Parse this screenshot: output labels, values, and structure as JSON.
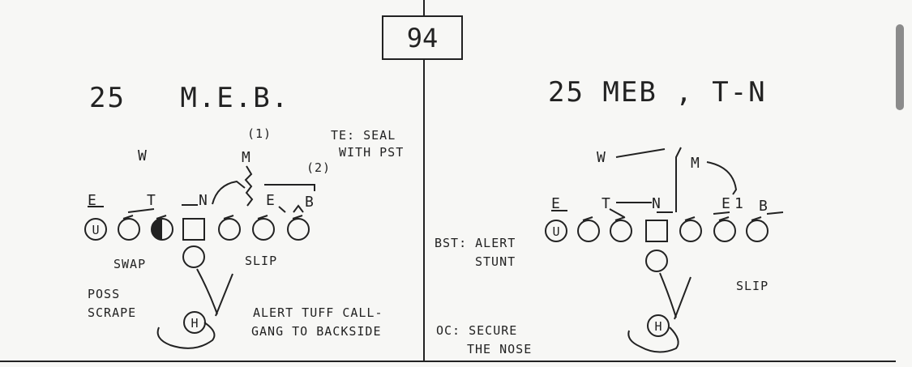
{
  "play_number": "94",
  "left": {
    "title": "25   M.E.B.",
    "defenders": {
      "w": "W",
      "m": "M",
      "e": "E",
      "t": "T",
      "n": "N",
      "e2": "E",
      "b": "B"
    },
    "tags": {
      "one": "(1)",
      "two": "(2)"
    },
    "te_note": [
      "TE: SEAL",
      "WITH PST"
    ],
    "swap": "SWAP",
    "slip": "SLIP",
    "poss": [
      "POSS",
      "SCRAPE"
    ],
    "alert": [
      "ALERT TUFF CALL-",
      "GANG TO BACKSIDE"
    ],
    "u": "U",
    "h": "H"
  },
  "right": {
    "title": "25 MEB , T-N",
    "defenders": {
      "w": "W",
      "m": "M",
      "e": "E",
      "t": "T",
      "n": "N",
      "e2": "E",
      "one": "1",
      "b": "B"
    },
    "bst": [
      "BST: ALERT",
      "STUNT"
    ],
    "slip": "SLIP",
    "oc": [
      "OC: SECURE",
      "THE NOSE"
    ],
    "u": "U",
    "h": "H"
  }
}
